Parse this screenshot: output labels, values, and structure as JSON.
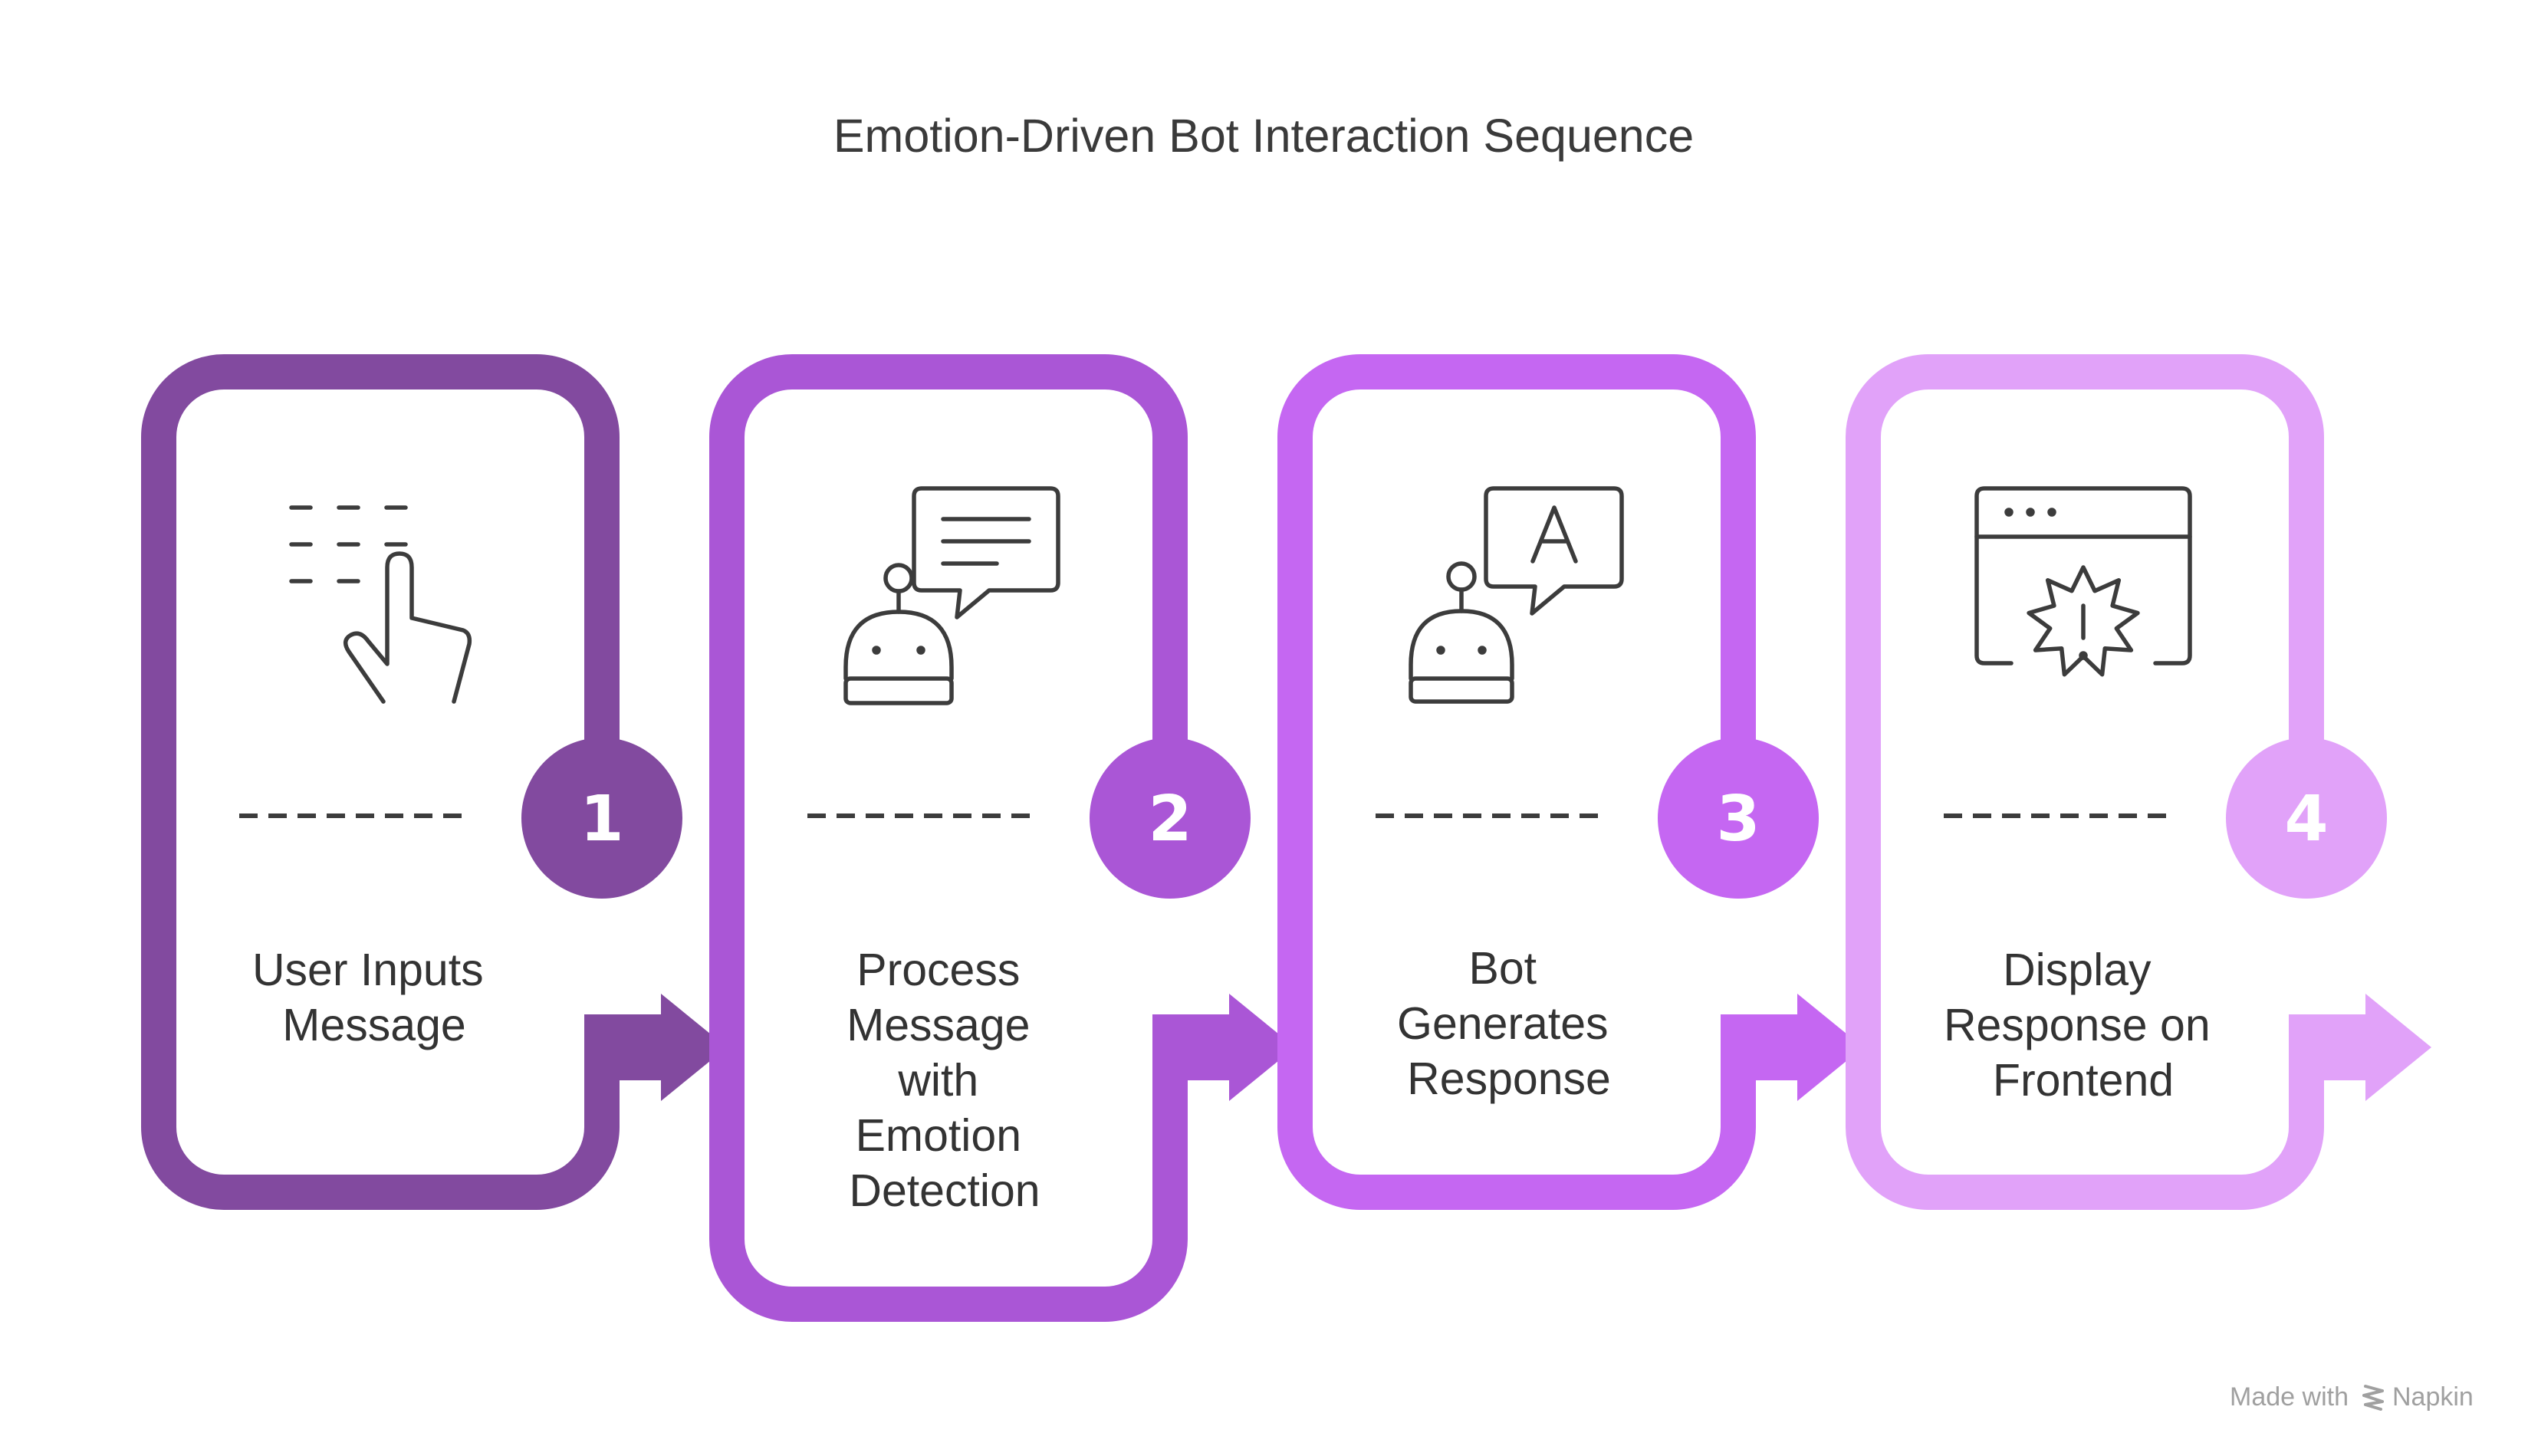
{
  "title": "Emotion-Driven Bot Interaction Sequence",
  "steps": [
    {
      "number": "1",
      "lines": [
        "User Inputs",
        "Message"
      ],
      "color": "#824A9F",
      "icon": "hand-pointer-list-icon"
    },
    {
      "number": "2",
      "lines": [
        "Process",
        "Message",
        "with",
        "Emotion",
        "Detection"
      ],
      "color": "#AA56D6",
      "icon": "robot-chat-icon"
    },
    {
      "number": "3",
      "lines": [
        "Bot",
        "Generates",
        "Response"
      ],
      "color": "#C567F2",
      "icon": "robot-letter-a-icon"
    },
    {
      "number": "4",
      "lines": [
        "Display",
        "Response on",
        "Frontend"
      ],
      "color": "#E1A2F9",
      "icon": "browser-alert-icon"
    }
  ],
  "footer": {
    "made_with": "Made with",
    "brand": "Napkin"
  }
}
